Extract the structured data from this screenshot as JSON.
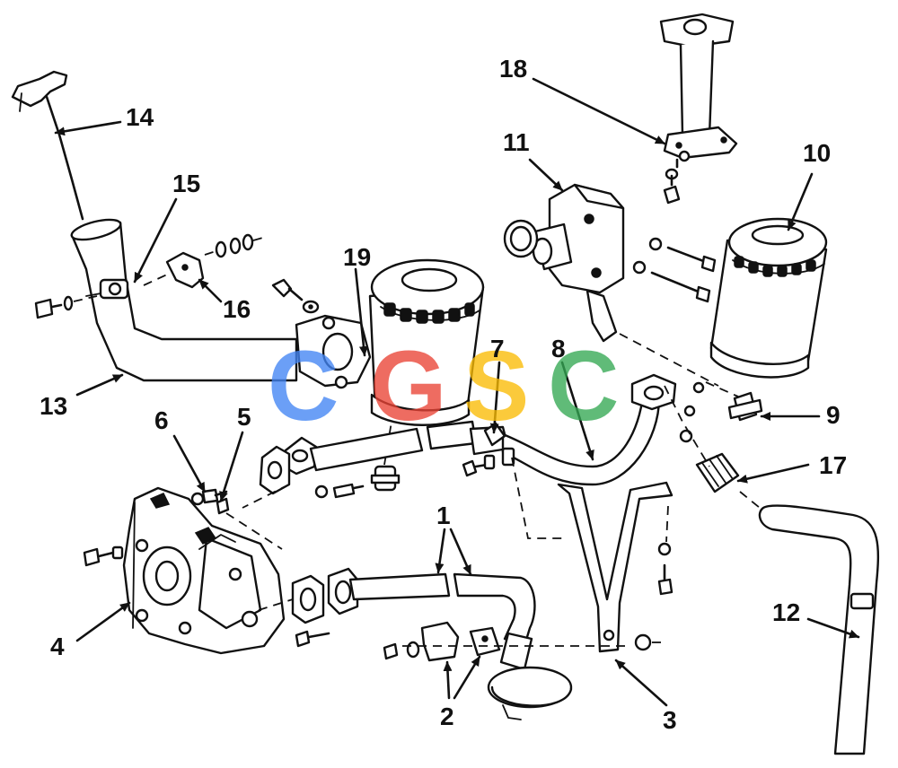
{
  "callouts": [
    {
      "id": "1",
      "label": "1"
    },
    {
      "id": "2",
      "label": "2"
    },
    {
      "id": "3",
      "label": "3"
    },
    {
      "id": "4",
      "label": "4"
    },
    {
      "id": "5",
      "label": "5"
    },
    {
      "id": "6",
      "label": "6"
    },
    {
      "id": "7",
      "label": "7"
    },
    {
      "id": "8",
      "label": "8"
    },
    {
      "id": "9",
      "label": "9"
    },
    {
      "id": "10",
      "label": "10"
    },
    {
      "id": "11",
      "label": "11"
    },
    {
      "id": "12",
      "label": "12"
    },
    {
      "id": "13",
      "label": "13"
    },
    {
      "id": "14",
      "label": "14"
    },
    {
      "id": "15",
      "label": "15"
    },
    {
      "id": "16",
      "label": "16"
    },
    {
      "id": "17",
      "label": "17"
    },
    {
      "id": "18",
      "label": "18"
    },
    {
      "id": "19",
      "label": "19"
    }
  ],
  "watermark": {
    "letters": [
      "C",
      "G",
      "S",
      "C"
    ],
    "colors": [
      "#4285F4",
      "#EA4335",
      "#FBBC05",
      "#34A853"
    ]
  }
}
